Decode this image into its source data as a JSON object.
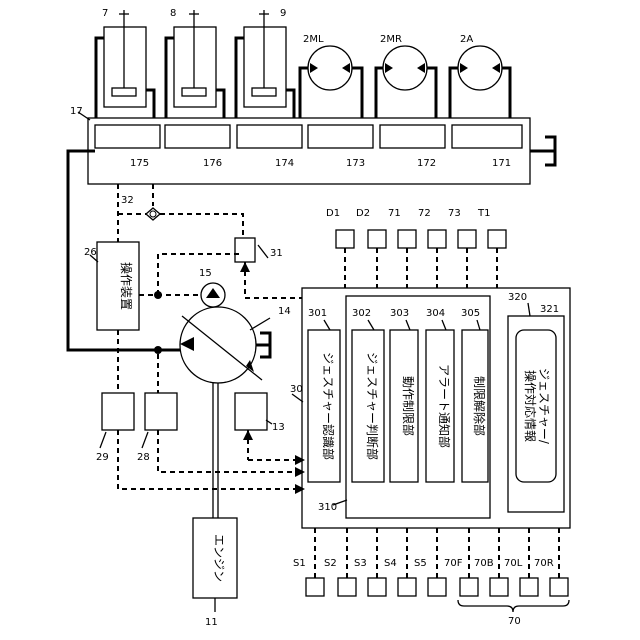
{
  "refs": {
    "cyl_left": "7",
    "cyl_mid": "8",
    "cyl_right": "9",
    "motor_ml": "2ML",
    "motor_mr": "2MR",
    "motor_a": "2A",
    "valve_block": "17",
    "spools": [
      "175",
      "176",
      "174",
      "173",
      "172",
      "171"
    ],
    "shuttle": "32",
    "op_device": "26",
    "pilot_pump": "15",
    "main_pump": "14",
    "pressure_sensor": "31",
    "sensors_top": [
      "D1",
      "D2",
      "71",
      "72",
      "73",
      "T1"
    ],
    "controller": "30",
    "func_units": [
      "301",
      "302",
      "303",
      "304",
      "305"
    ],
    "storage": "320",
    "storage_info": "321",
    "processor": "310",
    "prop_valve_a": "29",
    "prop_valve_b": "28",
    "prop_valve_c": "13",
    "engine": "11",
    "switches_bottom": [
      "S1",
      "S2",
      "S3",
      "S4",
      "S5",
      "70F",
      "70B",
      "70L",
      "70R"
    ],
    "bracket": "70"
  },
  "labels": {
    "operating_device": "操作装置",
    "engine": "エンジン",
    "units": [
      "ジェスチャー認識部",
      "ジェスチャー判断部",
      "動作制限部",
      "アラート通知部",
      "制限解除部"
    ],
    "gesture_info_line1": "ジェスチャー/",
    "gesture_info_line2": "操作対応情報"
  }
}
